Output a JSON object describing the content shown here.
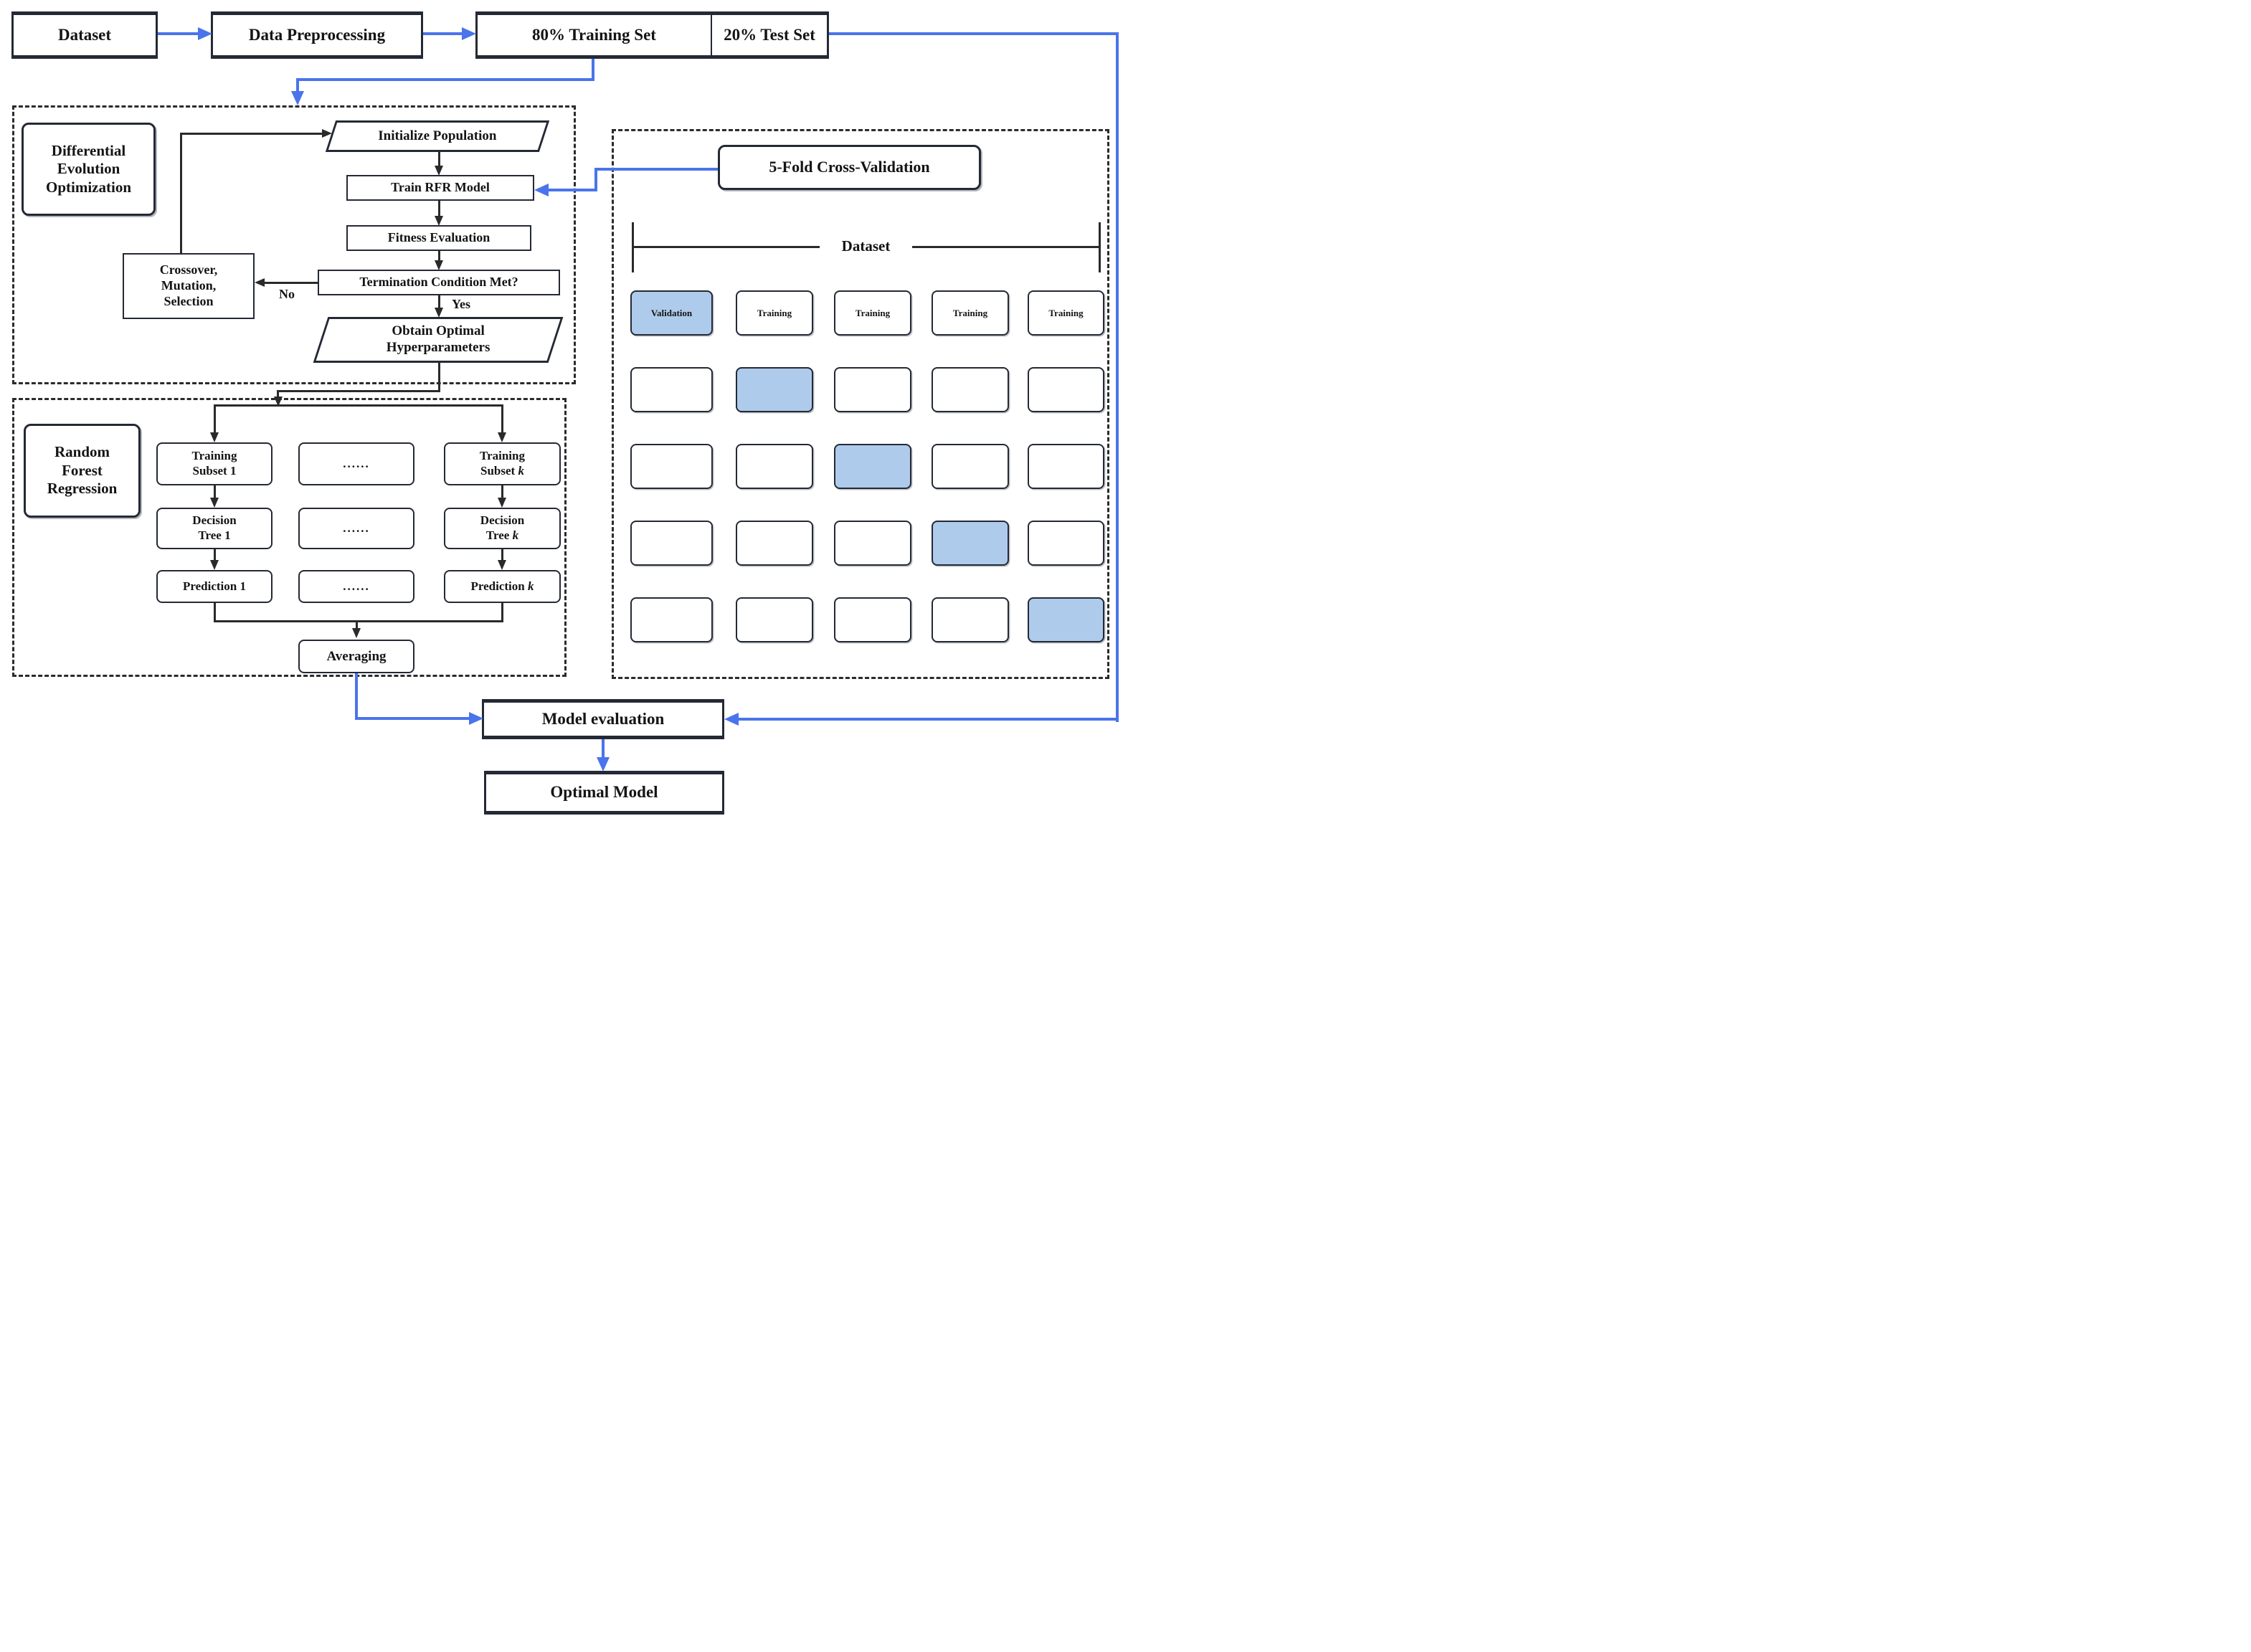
{
  "colors": {
    "accent_blue": "#4a74ec",
    "line_color": "#2a2a2a",
    "box_border": "#242936",
    "highlight_cell_blue": "#aecbeb"
  },
  "top_flow": {
    "dataset": "Dataset",
    "data_preprocessing": "Data Preprocessing",
    "training_set": "80% Training Set",
    "test_set": "20% Test Set"
  },
  "de_section": {
    "title": "Differential\nEvolution\nOptimization",
    "initialize": "Initialize Population",
    "train_rfr": "Train RFR Model",
    "fitness": "Fitness Evaluation",
    "termination": "Termination Condition Met?",
    "yes_label": "Yes",
    "no_label": "No",
    "crossover": "Crossover,\nMutation,\nSelection",
    "obtain": "Obtain Optimal\nHyperparameters"
  },
  "rfr_section": {
    "title": "Random\nForest\nRegression",
    "subset_1": "Training\nSubset 1",
    "subset_k_line1": "Training",
    "subset_k_line2": "Subset ",
    "k": "k",
    "tree_1": "Decision\nTree 1",
    "tree_k_line1": "Decision",
    "tree_k_line2": "Tree ",
    "pred_1": "Prediction 1",
    "pred_k": "Prediction ",
    "dots": "......",
    "averaging": "Averaging"
  },
  "cv_section": {
    "title": "5-Fold Cross-Validation",
    "bracket_label": "Dataset",
    "grid": {
      "rows": [
        {
          "highlight_col": 0,
          "labels": [
            "Validation",
            "Training",
            "Training",
            "Training",
            "Training"
          ]
        },
        {
          "highlight_col": 1,
          "labels": [
            "",
            "",
            "",
            "",
            ""
          ]
        },
        {
          "highlight_col": 2,
          "labels": [
            "",
            "",
            "",
            "",
            ""
          ]
        },
        {
          "highlight_col": 3,
          "labels": [
            "",
            "",
            "",
            "",
            ""
          ]
        },
        {
          "highlight_col": 4,
          "labels": [
            "",
            "",
            "",
            "",
            ""
          ]
        }
      ]
    }
  },
  "bottom_flow": {
    "model_evaluation": "Model evaluation",
    "optimal_model": "Optimal Model"
  }
}
